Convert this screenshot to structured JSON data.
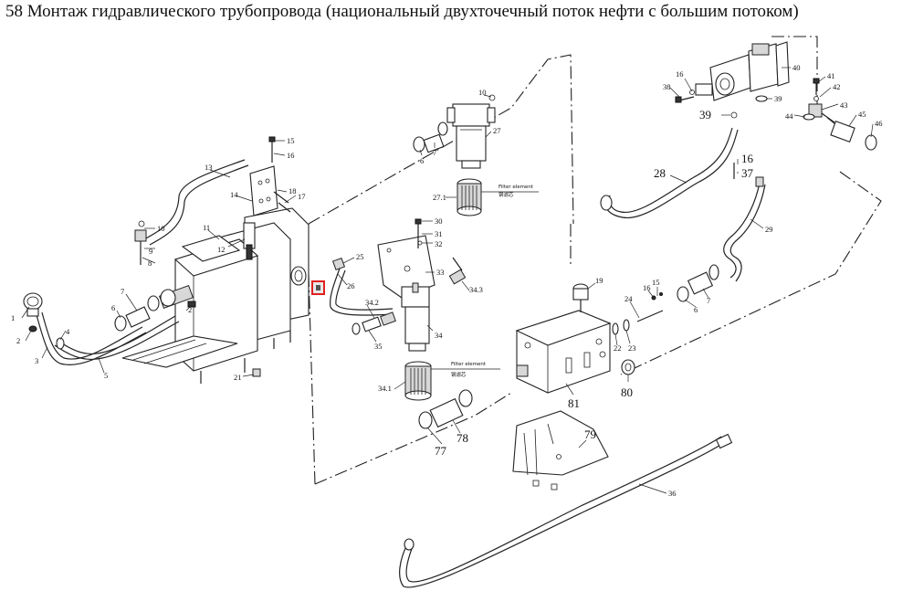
{
  "title": "58 Монтаж гидравлического трубопровода (национальный двухточечный поток нефти с большим потоком)",
  "filter_labels": {
    "en": "Filter element",
    "zh": "钢滤芯"
  },
  "callouts": [
    "1",
    "2",
    "2",
    "3",
    "4",
    "5",
    "6",
    "7",
    "8",
    "9",
    "10",
    "11",
    "12",
    "13",
    "14",
    "15",
    "16",
    "17",
    "18",
    "21",
    "25",
    "26",
    "34.2",
    "35",
    "34",
    "34.1",
    "30",
    "31",
    "32",
    "33",
    "34.3",
    "10",
    "6",
    "7",
    "27",
    "27.1",
    "38",
    "16",
    "40",
    "41",
    "42",
    "43",
    "44",
    "45",
    "46",
    "39",
    "39",
    "16",
    "37",
    "28",
    "29",
    "19",
    "15",
    "16",
    "24",
    "22",
    "23",
    "7",
    "6",
    "80",
    "81",
    "77",
    "78",
    "79",
    "36"
  ]
}
